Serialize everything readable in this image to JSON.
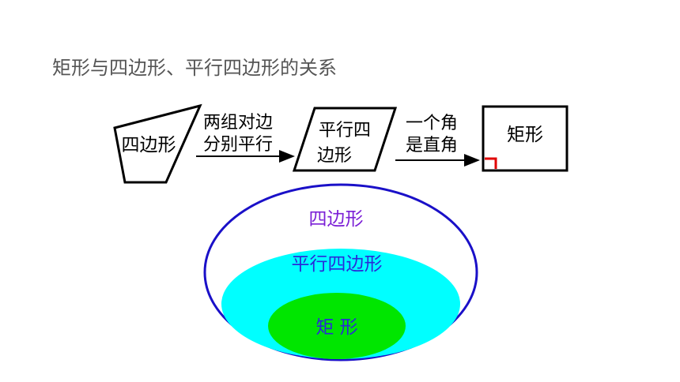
{
  "title": "矩形与四边形、平行四边形的关系",
  "flow": {
    "quadrilateral": "四边形",
    "arrow1_line1": "两组对边",
    "arrow1_line2": "分别平行",
    "parallelogram_line1": "平行四",
    "parallelogram_line2": "边形",
    "arrow2_line1": "一个角",
    "arrow2_line2": "是直角",
    "rectangle": "矩形"
  },
  "venn": {
    "outer_label": "四边形",
    "middle_label": "平行四边形",
    "inner_label": "矩 形"
  },
  "colors": {
    "outer_stroke": "#1a10c8",
    "outer_label": "#7b1fd6",
    "middle_fill": "#00ffff",
    "middle_label": "#2a2ad8",
    "inner_fill": "#00e600",
    "inner_label": "#2a2ad8",
    "right_angle_mark": "#e00000"
  }
}
